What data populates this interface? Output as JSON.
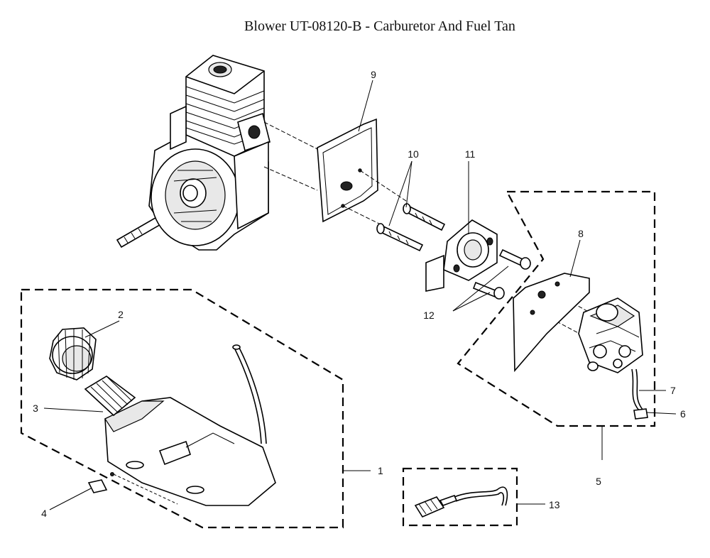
{
  "title": "Blower UT-08120-B - Carburetor And Fuel Tan",
  "callouts": {
    "c1": "1",
    "c2": "2",
    "c3": "3",
    "c4": "4",
    "c5": "5",
    "c6": "6",
    "c7": "7",
    "c8": "8",
    "c9": "9",
    "c10": "10",
    "c11": "11",
    "c12": "12",
    "c13": "13"
  }
}
